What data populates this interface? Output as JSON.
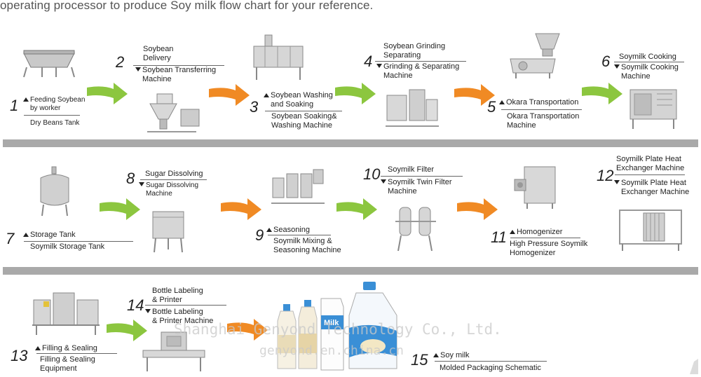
{
  "header": "operating processor to produce Soy milk flow chart for your reference.",
  "colors": {
    "green_arrow": "#8cc63f",
    "orange_arrow": "#f08a24",
    "divider": "#a9a9a9",
    "bottle_blue": "#3a8fd6"
  },
  "steps": [
    {
      "num": "1",
      "above": "Feeding Soybean\nby worker",
      "below": "Dry Beans Tank"
    },
    {
      "num": "2",
      "above": "Soybean\nDelivery",
      "below": "Soybean Transferring\nMachine"
    },
    {
      "num": "3",
      "above": "Soybean Washing\nand Soaking",
      "below": "Soybean Soaking&\nWashing Machine"
    },
    {
      "num": "4",
      "above": "Soybean Grinding\nSeparating",
      "below": "Grinding & Separating\nMachine"
    },
    {
      "num": "5",
      "above": "Okara Transportation",
      "below": "Okara Transportation\nMachine"
    },
    {
      "num": "6",
      "above": "Soymilk Cooking",
      "below": "Soymilk Cooking\nMachine"
    },
    {
      "num": "7",
      "above": "Storage Tank",
      "below": "Soymilk Storage Tank"
    },
    {
      "num": "8",
      "above": "Sugar Dissolving",
      "below": "Sugar Dissolving\nMachine"
    },
    {
      "num": "9",
      "above": "Seasoning",
      "below": "Soymilk Mixing &\nSeasoning Machine"
    },
    {
      "num": "10",
      "above": "Soymilk Filter",
      "below": "Soymilk Twin Filter\nMachine"
    },
    {
      "num": "11",
      "above": "Homogenizer",
      "below": "High Pressure Soymilk\nHomogenizer"
    },
    {
      "num": "12",
      "above": "Soymilk Plate Heat\nExchanger Machine",
      "below": "Soymilk Plate Heat\nExchanger Machine"
    },
    {
      "num": "13",
      "above": "Filling & Sealing",
      "below": "Filling & Sealing\nEquipment"
    },
    {
      "num": "14",
      "above": "Bottle Labeling\n& Printer",
      "below": "Bottle Labeling\n& Printer Machine"
    },
    {
      "num": "15",
      "above": "Soy milk",
      "below": "Molded Packaging Schematic"
    }
  ],
  "bottle_label": "Milk",
  "watermark": {
    "line1": "Shanghai Genyond Technology Co., Ltd.",
    "line2": "genyond.en.china.cn"
  }
}
